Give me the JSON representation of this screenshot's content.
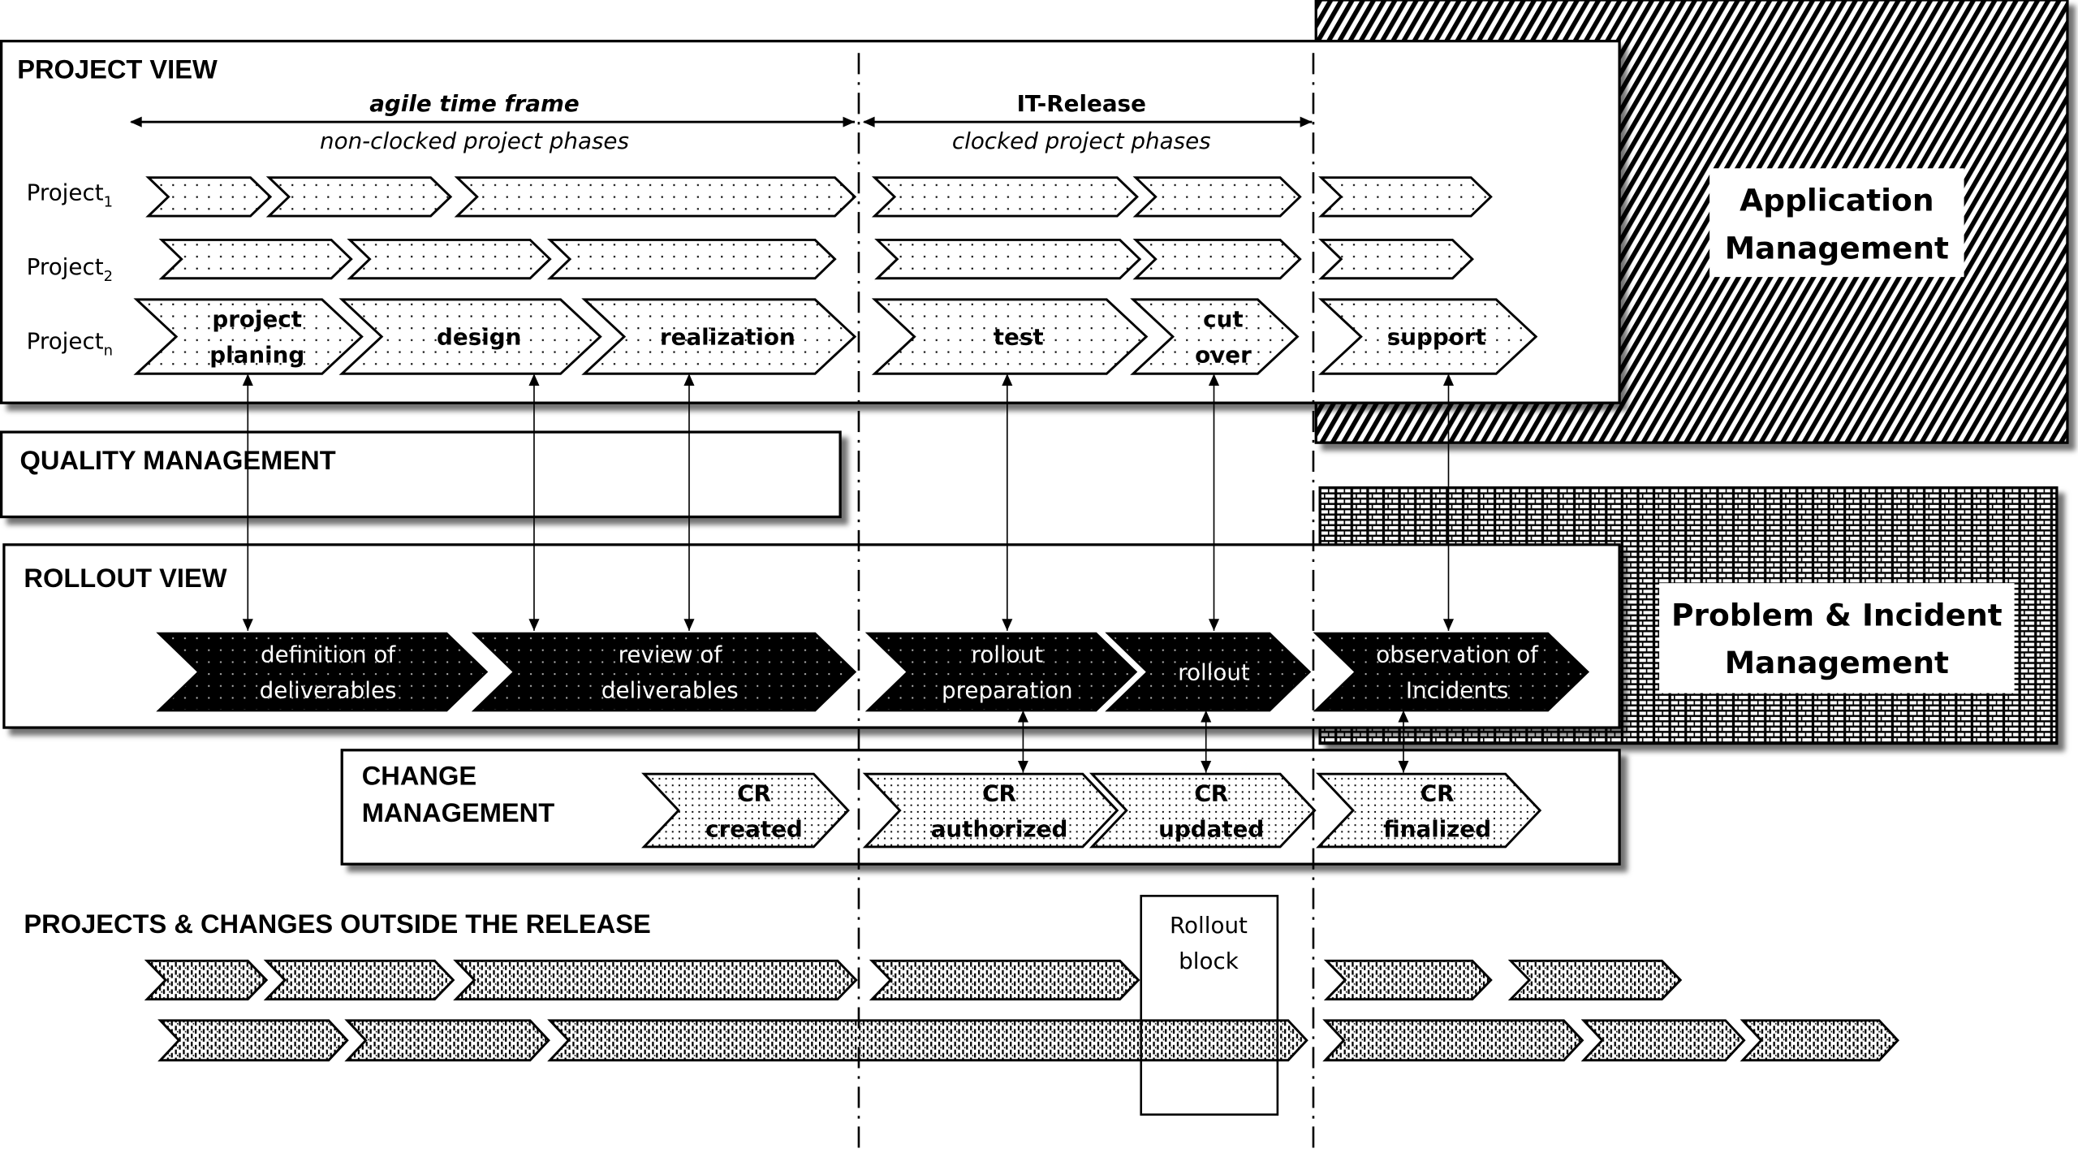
{
  "project_view": {
    "title": "PROJECT VIEW",
    "agile_label": "agile time frame",
    "agile_sublabel": "non-clocked project phases",
    "release_label": "IT-Release",
    "release_sublabel": "clocked project phases",
    "rows": [
      {
        "label": "Project",
        "subscript": "1"
      },
      {
        "label": "Project",
        "subscript": "2"
      },
      {
        "label": "Project",
        "subscript": "n"
      }
    ],
    "phases": [
      "project planing",
      "design",
      "realization",
      "test",
      "cut over",
      "support"
    ]
  },
  "quality_management": {
    "title": "QUALITY MANAGEMENT"
  },
  "rollout_view": {
    "title": "ROLLOUT VIEW",
    "steps": [
      "definition of deliverables",
      "review of deliverables",
      "rollout preparation",
      "rollout",
      "observation of Incidents"
    ]
  },
  "change_management": {
    "title_line1": "CHANGE",
    "title_line2": "MANAGEMENT",
    "steps": [
      "CR created",
      "CR authorized",
      "CR updated",
      "CR finalized"
    ]
  },
  "application_management": {
    "line1": "Application",
    "line2": "Management"
  },
  "problem_incident_management": {
    "line1": "Problem & Incident",
    "line2": "Management"
  },
  "outside_release": {
    "title": "PROJECTS & CHANGES OUTSIDE THE RELEASE",
    "rollout_block_line1": "Rollout",
    "rollout_block_line2": "block"
  }
}
